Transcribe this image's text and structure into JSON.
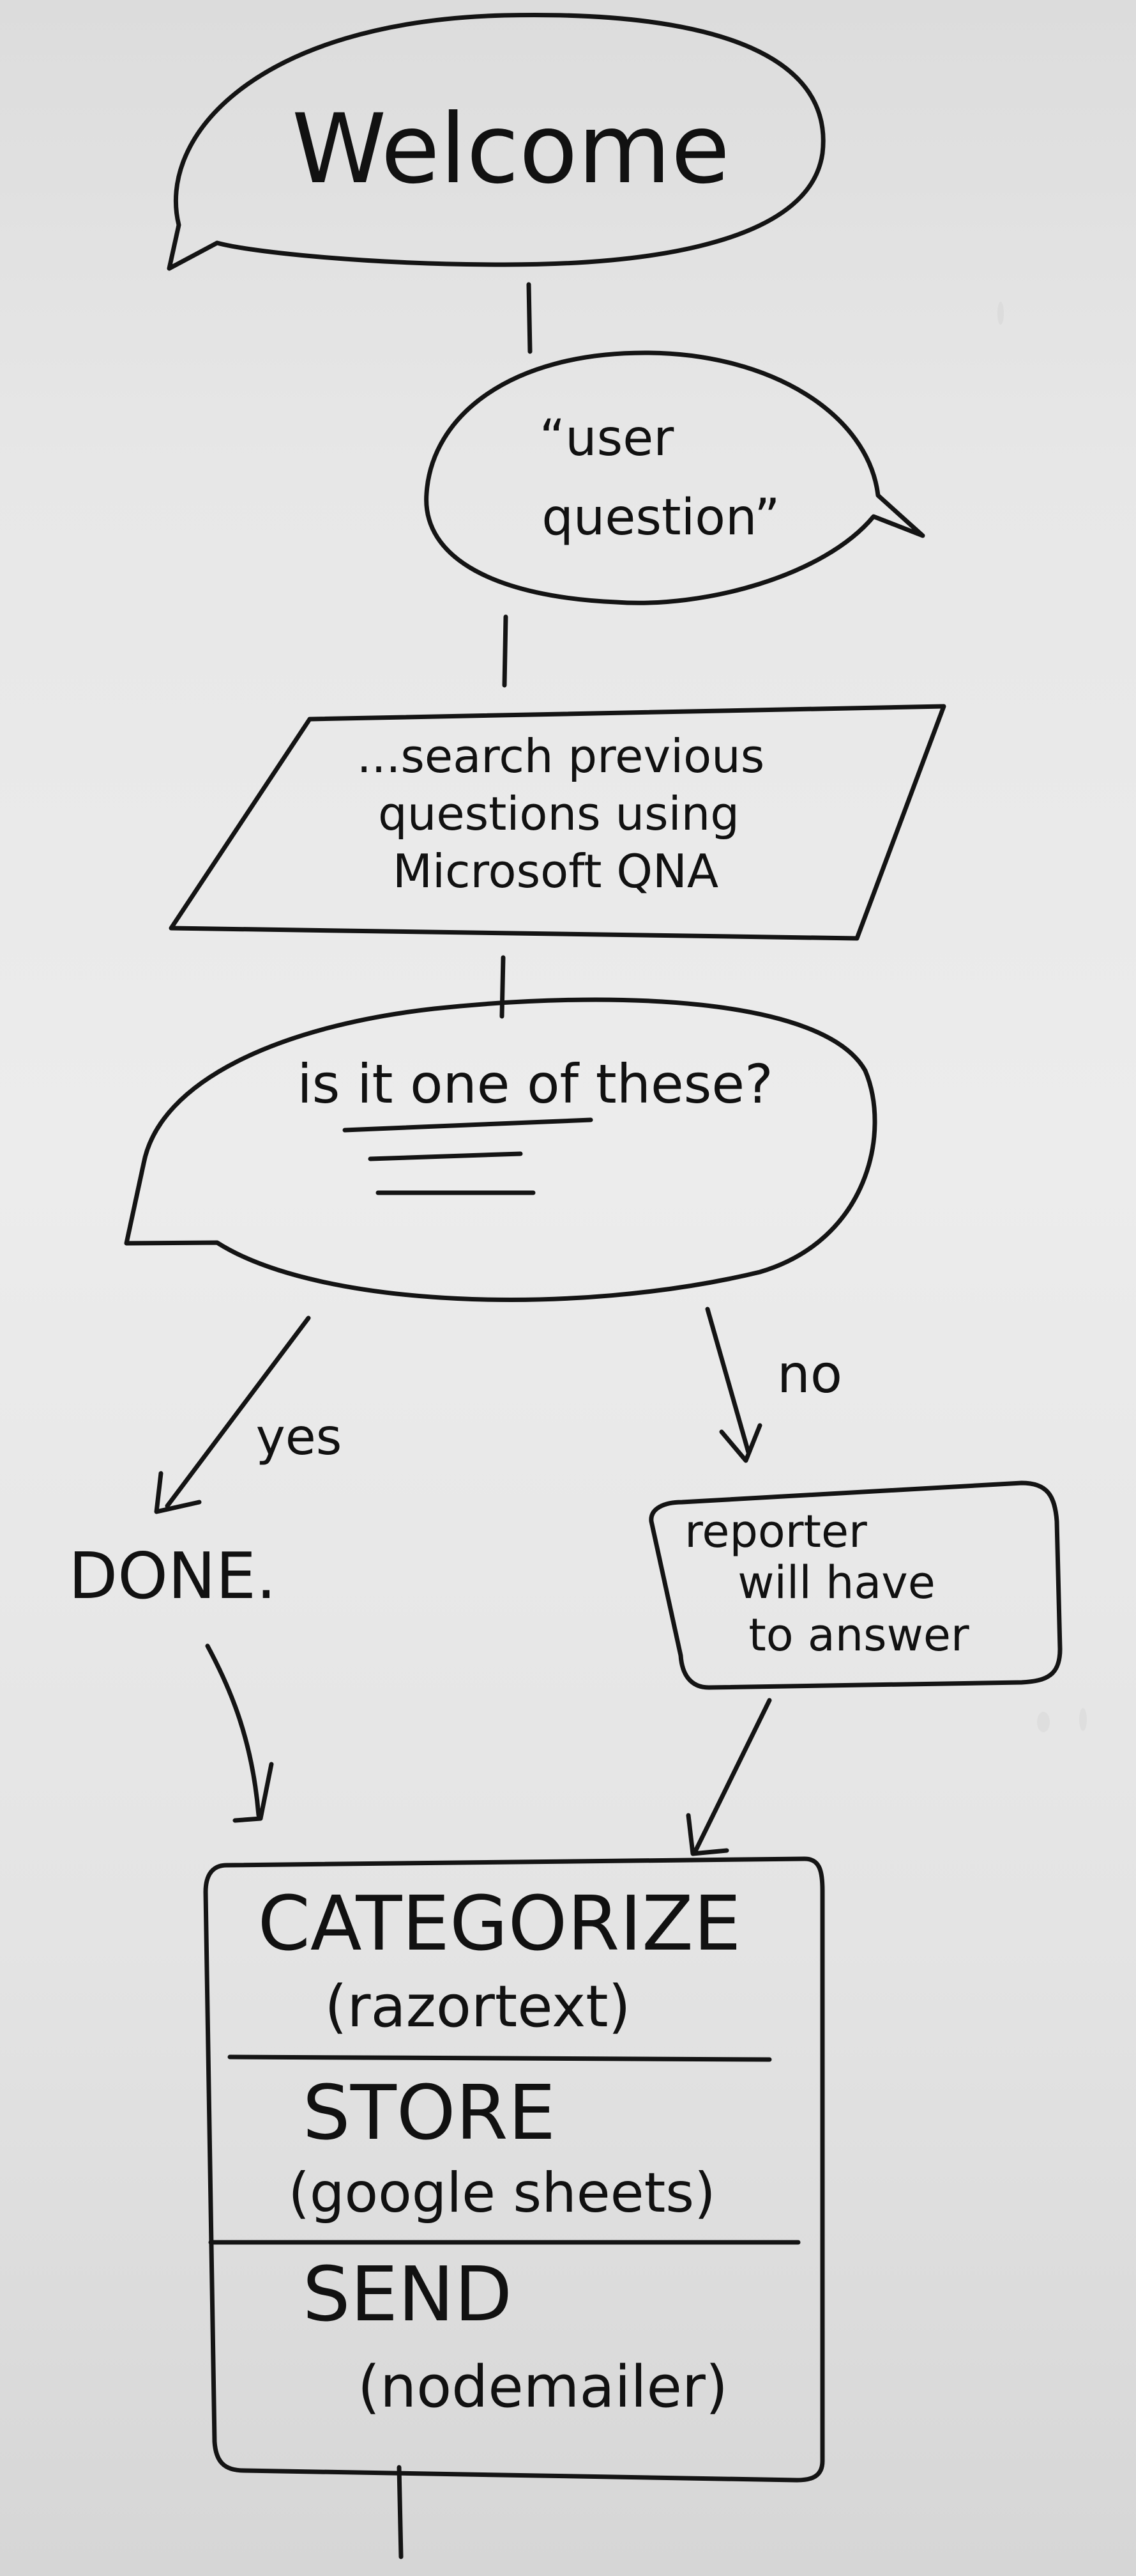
{
  "diagram": {
    "welcome": {
      "text": "Welcome"
    },
    "user_question": {
      "line1": "“user",
      "line2": "question”"
    },
    "search": {
      "line1": "...search previous",
      "line2": "questions using",
      "line3": "Microsoft QNA"
    },
    "choices": {
      "text": "is it one of these?"
    },
    "branches": {
      "yes": "yes",
      "no": "no"
    },
    "done": {
      "text": "DONE."
    },
    "reporter": {
      "line1": "reporter",
      "line2": "will have",
      "line3": "to answer"
    },
    "pipeline": {
      "categorize_title": "CATEGORIZE",
      "categorize_tool": "(razortext)",
      "store_title": "STORE",
      "store_tool": "(google sheets)",
      "send_title": "SEND",
      "send_tool": "(nodemailer)"
    }
  },
  "colors": {
    "ink": "#141414",
    "whiteboard": "#e8e8e8"
  }
}
